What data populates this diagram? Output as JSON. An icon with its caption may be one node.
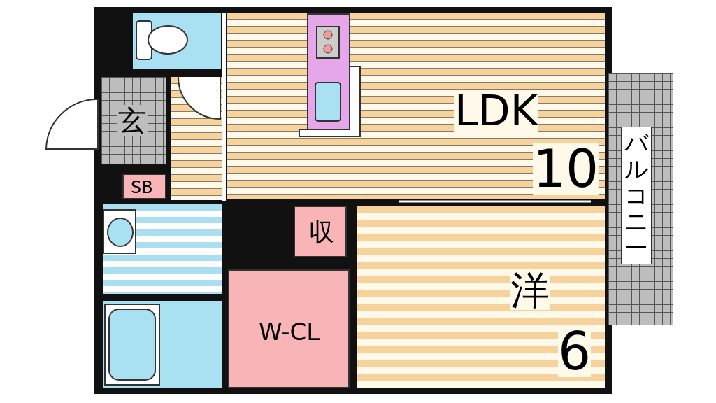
{
  "diagram": {
    "nodes": [
      {
        "text": [
          "玄"
        ]
      },
      {
        "text": [
          "SB"
        ]
      },
      {
        "text": [
          "LDK",
          "10"
        ]
      },
      {
        "text": [
          "収"
        ]
      },
      {
        "text": [
          "W-CL"
        ]
      },
      {
        "text": [
          "洋",
          "6"
        ]
      },
      {
        "text": [
          "バルコニー"
        ]
      }
    ]
  }
}
